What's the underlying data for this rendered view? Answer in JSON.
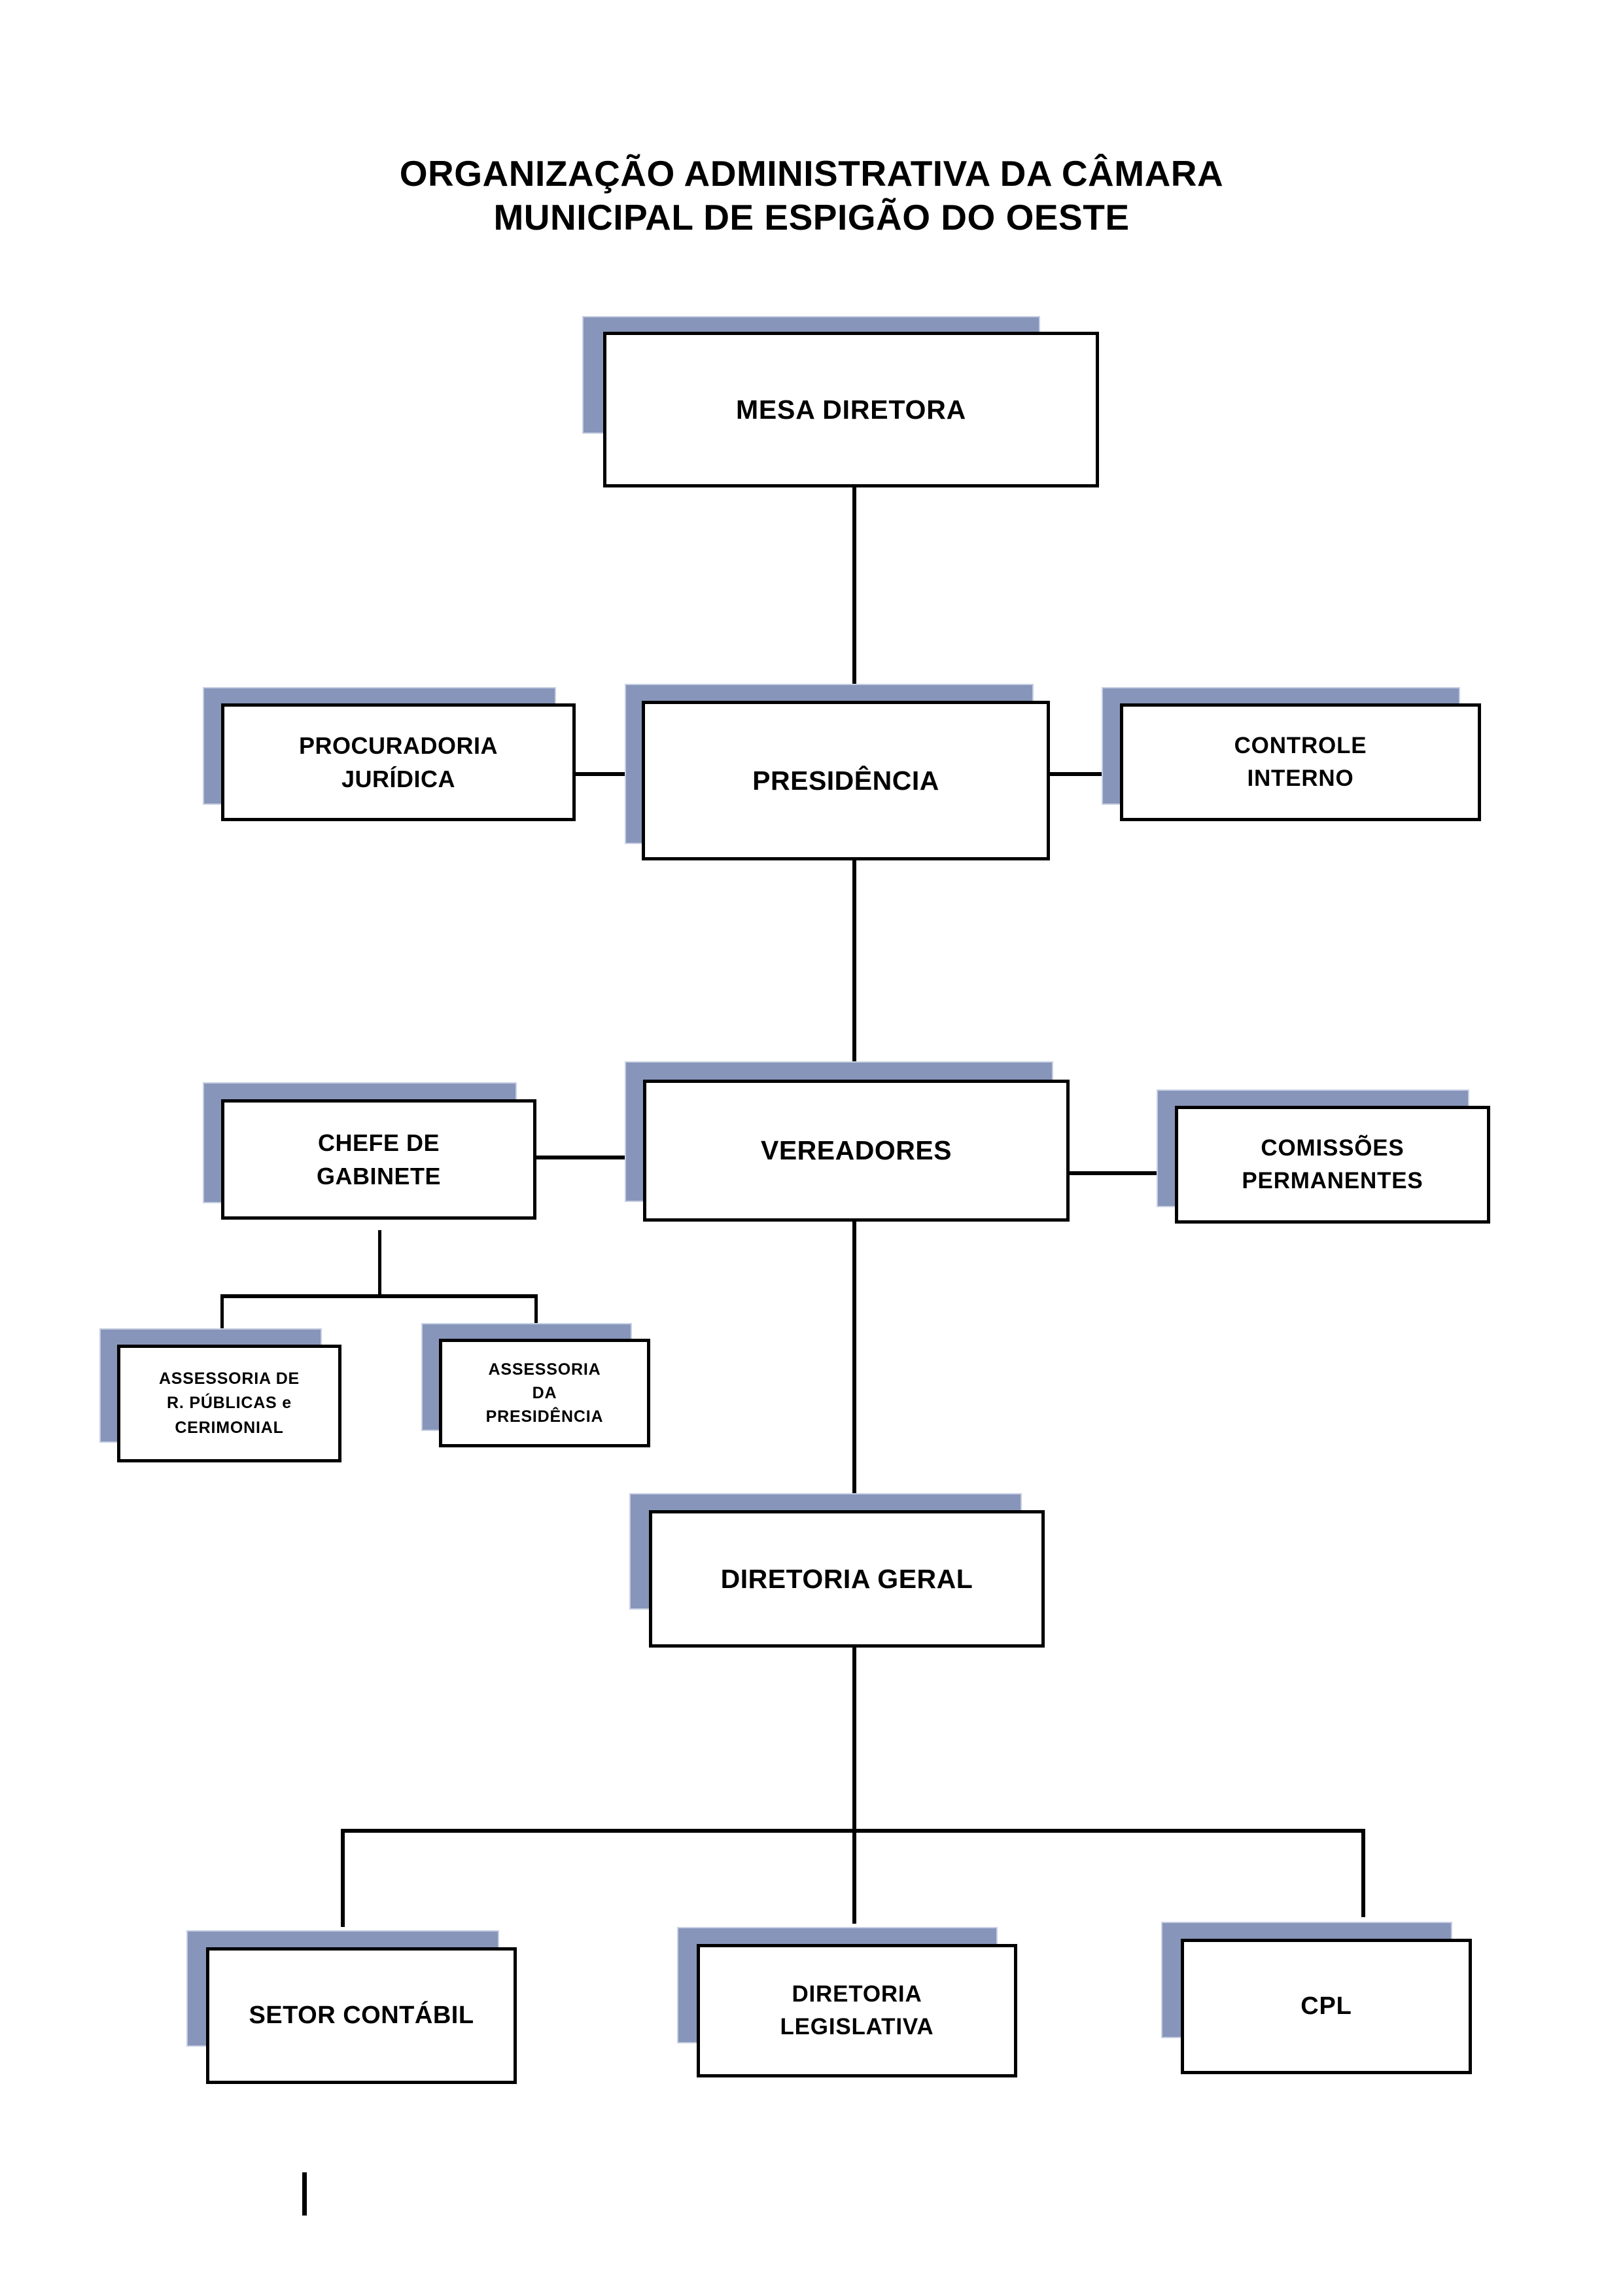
{
  "document": {
    "title_line_1": "ORGANIZAÇÃO ADMINISTRATIVA DA CÂMARA",
    "title_line_2": "MUNICIPAL DE ESPIGÃO DO OESTE"
  },
  "palette": {
    "box_fill": "#ffffff",
    "box_border": "#000000",
    "shadow": "#8795ba",
    "shadow_edge": "#c7cfe2",
    "connector": "#000000",
    "text": "#000000",
    "page_background": "#ffffff"
  },
  "chart_data": {
    "type": "diagram",
    "subtype": "organization-chart",
    "title": "ORGANIZAÇÃO ADMINISTRATIVA DA CÂMARA MUNICIPAL DE ESPIGÃO DO OESTE",
    "orientation": "top-down",
    "levels": [
      {
        "level": 1,
        "nodes": [
          "MESA DIRETORA"
        ]
      },
      {
        "level": 2,
        "nodes": [
          "PROCURADORIA JURÍDICA",
          "PRESIDÊNCIA",
          "CONTROLE INTERNO"
        ]
      },
      {
        "level": 3,
        "nodes": [
          "CHEFE DE GABINETE",
          "VEREADORES",
          "COMISSÕES PERMANENTES"
        ]
      },
      {
        "level": 4,
        "nodes": [
          "ASSESSORIA DE R. PÚBLICAS e CERIMONIAL",
          "ASSESSORIA DA PRESIDÊNCIA"
        ]
      },
      {
        "level": 5,
        "nodes": [
          "DIRETORIA GERAL"
        ]
      },
      {
        "level": 6,
        "nodes": [
          "SETOR CONTÁBIL",
          "DIRETORIA LEGISLATIVA",
          "CPL"
        ]
      }
    ],
    "edges": [
      {
        "from": "MESA DIRETORA",
        "to": "PRESIDÊNCIA",
        "kind": "vertical"
      },
      {
        "from": "PRESIDÊNCIA",
        "to": "PROCURADORIA JURÍDICA",
        "kind": "horizontal-left"
      },
      {
        "from": "PRESIDÊNCIA",
        "to": "CONTROLE INTERNO",
        "kind": "horizontal-right"
      },
      {
        "from": "PRESIDÊNCIA",
        "to": "VEREADORES",
        "kind": "vertical"
      },
      {
        "from": "VEREADORES",
        "to": "CHEFE DE GABINETE",
        "kind": "horizontal-left"
      },
      {
        "from": "VEREADORES",
        "to": "COMISSÕES PERMANENTES",
        "kind": "horizontal-right"
      },
      {
        "from": "CHEFE DE GABINETE",
        "to": "ASSESSORIA DE R. PÚBLICAS e CERIMONIAL",
        "kind": "branch"
      },
      {
        "from": "CHEFE DE GABINETE",
        "to": "ASSESSORIA DA PRESIDÊNCIA",
        "kind": "branch"
      },
      {
        "from": "VEREADORES",
        "to": "DIRETORIA GERAL",
        "kind": "vertical"
      },
      {
        "from": "DIRETORIA GERAL",
        "to": "SETOR CONTÁBIL",
        "kind": "branch"
      },
      {
        "from": "DIRETORIA GERAL",
        "to": "DIRETORIA LEGISLATIVA",
        "kind": "branch"
      },
      {
        "from": "DIRETORIA GERAL",
        "to": "CPL",
        "kind": "branch"
      }
    ]
  },
  "nodes": {
    "mesa_diretora": {
      "label": "MESA DIRETORA"
    },
    "procuradoria_juridica": {
      "label": "PROCURADORIA\nJURÍDICA"
    },
    "presidencia": {
      "label": "PRESIDÊNCIA"
    },
    "controle_interno": {
      "label": "CONTROLE\nINTERNO"
    },
    "chefe_de_gabinete": {
      "label": "CHEFE DE\nGABINETE"
    },
    "vereadores": {
      "label": "VEREADORES"
    },
    "comissoes_permanentes": {
      "label": "COMISSÕES\nPERMANENTES"
    },
    "assessoria_rp_cerimonial": {
      "label": "ASSESSORIA DE\nR. PÚBLICAS e\nCERIMONIAL"
    },
    "assessoria_presidencia": {
      "label": "ASSESSORIA\nDA\nPRESIDÊNCIA"
    },
    "diretoria_geral": {
      "label": "DIRETORIA GERAL"
    },
    "setor_contabil": {
      "label": "SETOR CONTÁBIL"
    },
    "diretoria_legislativa": {
      "label": "DIRETORIA\nLEGISLATIVA"
    },
    "cpl": {
      "label": "CPL"
    }
  }
}
